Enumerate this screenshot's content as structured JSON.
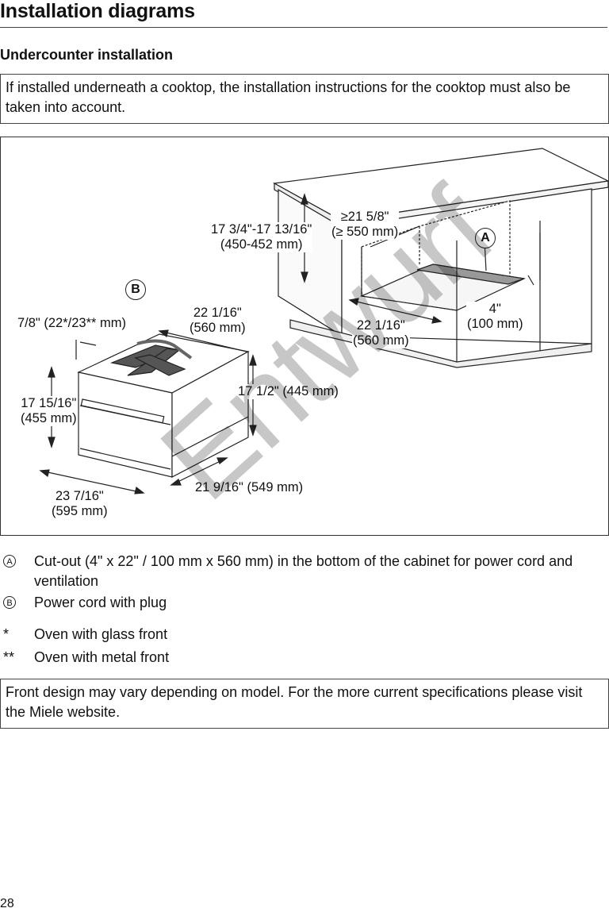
{
  "header": {
    "title": "Installation diagrams",
    "subtitle": "Undercounter installation"
  },
  "note_top": "If installed underneath a cooktop, the installation instructions for the cooktop must also be taken into account.",
  "diagram": {
    "labels": {
      "depth_top": "22 1/16\"",
      "depth_top_mm": "(560 mm)",
      "gap": "7/8\" (22*/23** mm)",
      "height_right": "17 1/2\" (445 mm)",
      "height_left": "17 15/16\"",
      "height_left_mm": "(455 mm)",
      "width_front": "23 7/16\"",
      "width_front_mm": "(595 mm)",
      "depth_side": "21 9/16\" (549 mm)",
      "niche_height": "17 3/4\"-17 13/16\"",
      "niche_height_mm": "(450-452 mm)",
      "niche_width": "≥21 5/8\"",
      "niche_width_mm": "(≥ 550 mm)",
      "niche_depth": "22 1/16\"",
      "niche_depth_mm": "(560 mm)",
      "cutout": "4\"",
      "cutout_mm": "(100 mm)",
      "marker_a": "A",
      "marker_b": "B"
    }
  },
  "legend": [
    {
      "key": "A",
      "text": "Cut-out (4\" x 22\" / 100 mm x 560 mm) in the bottom of the cabinet for power cord and ventilation"
    },
    {
      "key": "B",
      "text": "Power cord with plug"
    },
    {
      "key": "*",
      "text": "Oven with glass front"
    },
    {
      "key": "**",
      "text": "Oven with metal front"
    }
  ],
  "note_bottom": "Front design may vary depending on model. For the more current specifications please visit the Miele website.",
  "watermark": "Entwurf",
  "page_number": "28"
}
